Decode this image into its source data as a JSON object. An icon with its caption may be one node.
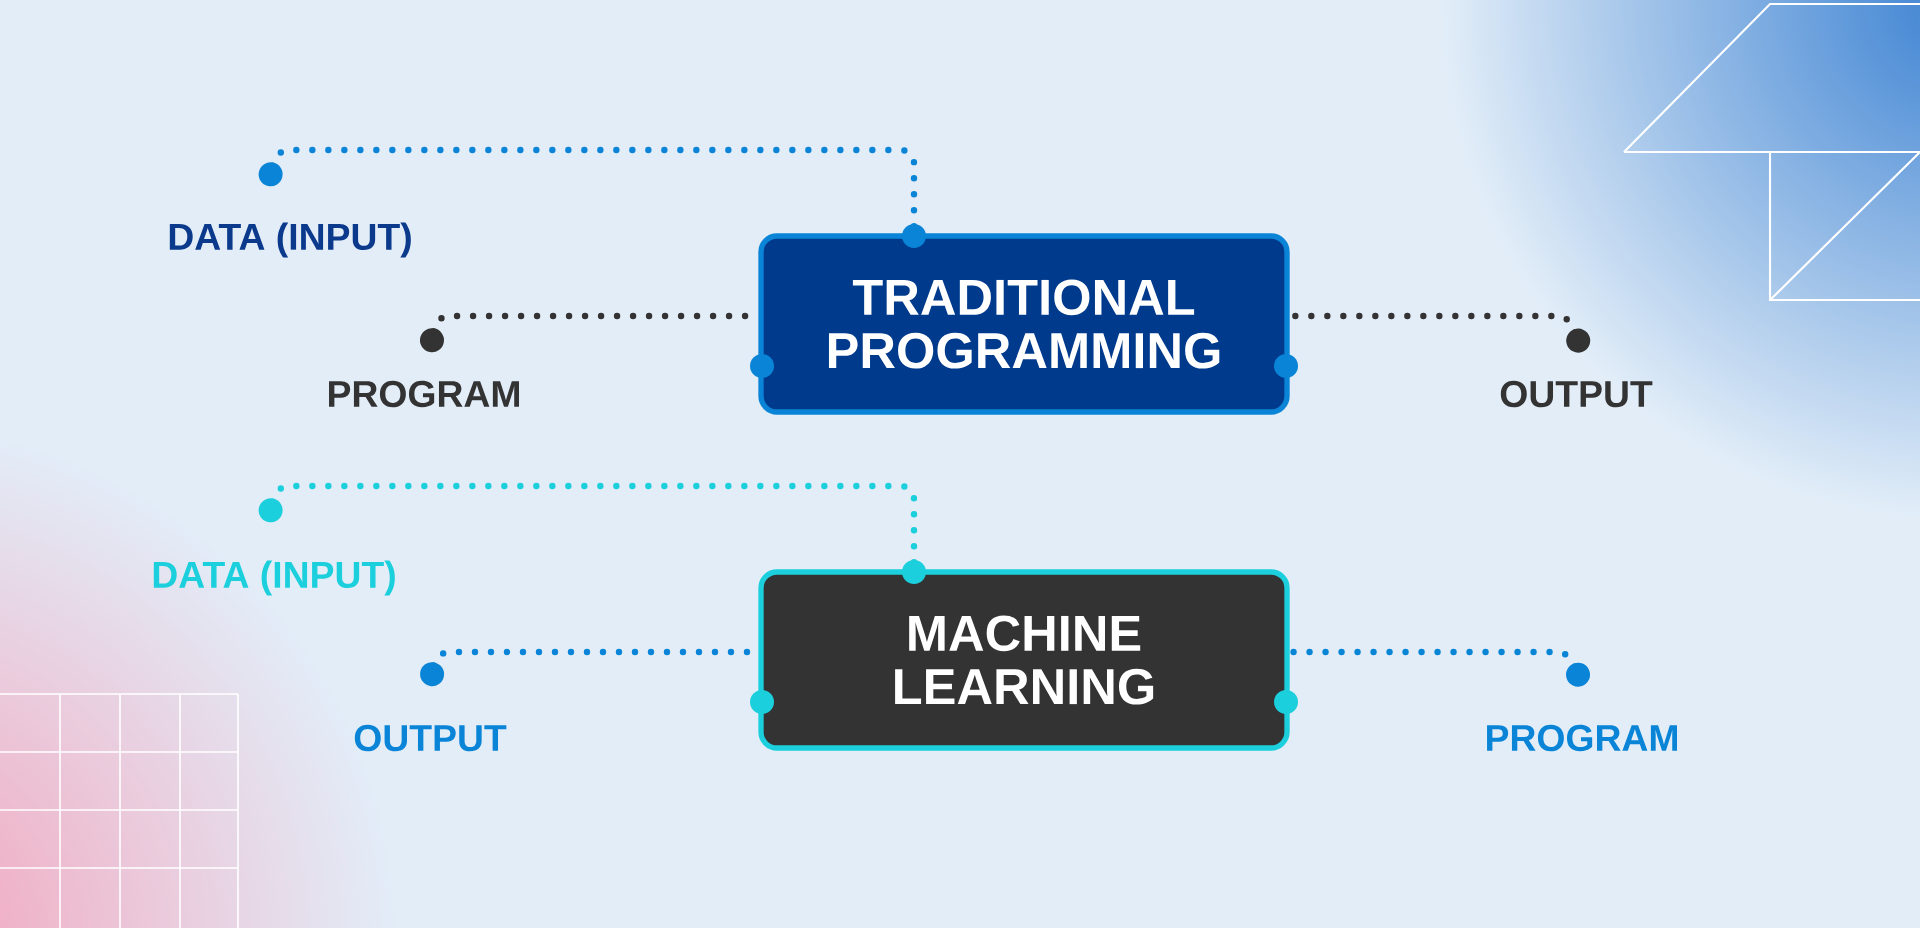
{
  "diagram": {
    "nodes": [
      {
        "text": [
          "DATA (INPUT)"
        ]
      },
      {
        "text": [
          "PROGRAM"
        ]
      },
      {
        "text": [
          "TRADITIONAL PROGRAMMING"
        ]
      },
      {
        "text": [
          "OUTPUT"
        ]
      },
      {
        "text": [
          "DATA (INPUT)"
        ]
      },
      {
        "text": [
          "OUTPUT"
        ]
      },
      {
        "text": [
          "MACHINE LEARNING"
        ]
      },
      {
        "text": [
          "PROGRAM"
        ]
      }
    ],
    "edges": [
      {
        "from": 0,
        "to": 2,
        "arrow": "other",
        "color": "#0a84d6"
      },
      {
        "from": 1,
        "to": 2,
        "arrow": "other",
        "color": "#333333"
      },
      {
        "from": 3,
        "to": 2,
        "arrow": "other",
        "color": "#333333"
      },
      {
        "from": 4,
        "to": 6,
        "arrow": "other",
        "color": "#1ccfdc"
      },
      {
        "from": 5,
        "to": 6,
        "arrow": "other",
        "color": "#0a84d6"
      },
      {
        "from": 7,
        "to": 6,
        "arrow": "other",
        "color": "#0a84d6"
      }
    ]
  }
}
